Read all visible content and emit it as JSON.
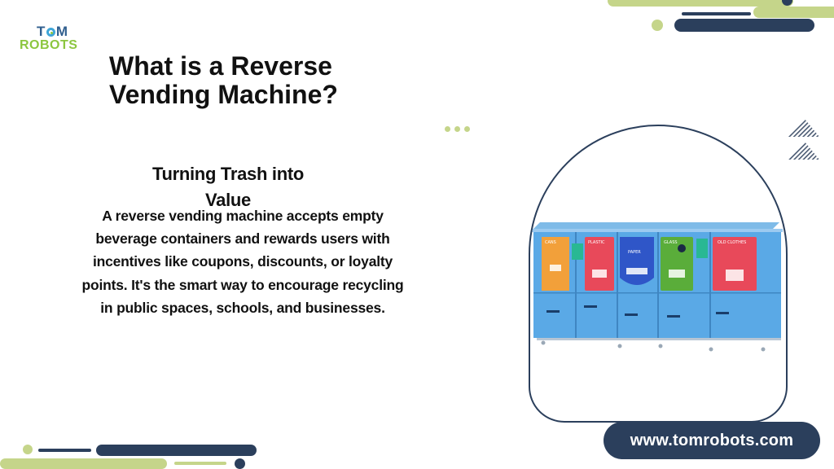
{
  "logo": {
    "line1_a": "T",
    "line1_b": "M",
    "line2": "ROBOTS"
  },
  "slide": {
    "title": "What is a Reverse Vending Machine?",
    "subtitle": "Turning Trash into Value",
    "body": "A reverse vending machine accepts empty beverage containers and rewards users with incentives like coupons, discounts, or loyalty points. It's the smart way to encourage recycling in public spaces, schools, and businesses."
  },
  "machine": {
    "bins": [
      {
        "label": "CANS",
        "color": "#f2a03a"
      },
      {
        "label": "PLASTIC",
        "color": "#e8495a"
      },
      {
        "label": "PAPER",
        "color": "#2f56c8"
      },
      {
        "label": "GLASS",
        "color": "#5aad3a"
      },
      {
        "label": "OLD CLOTHES",
        "color": "#e8495a"
      }
    ]
  },
  "footer": {
    "url": "www.tomrobots.com"
  },
  "colors": {
    "navy": "#2b3f5c",
    "lime": "#c5d58a",
    "green": "#8cc63f",
    "machine": "#5aa9e6"
  }
}
